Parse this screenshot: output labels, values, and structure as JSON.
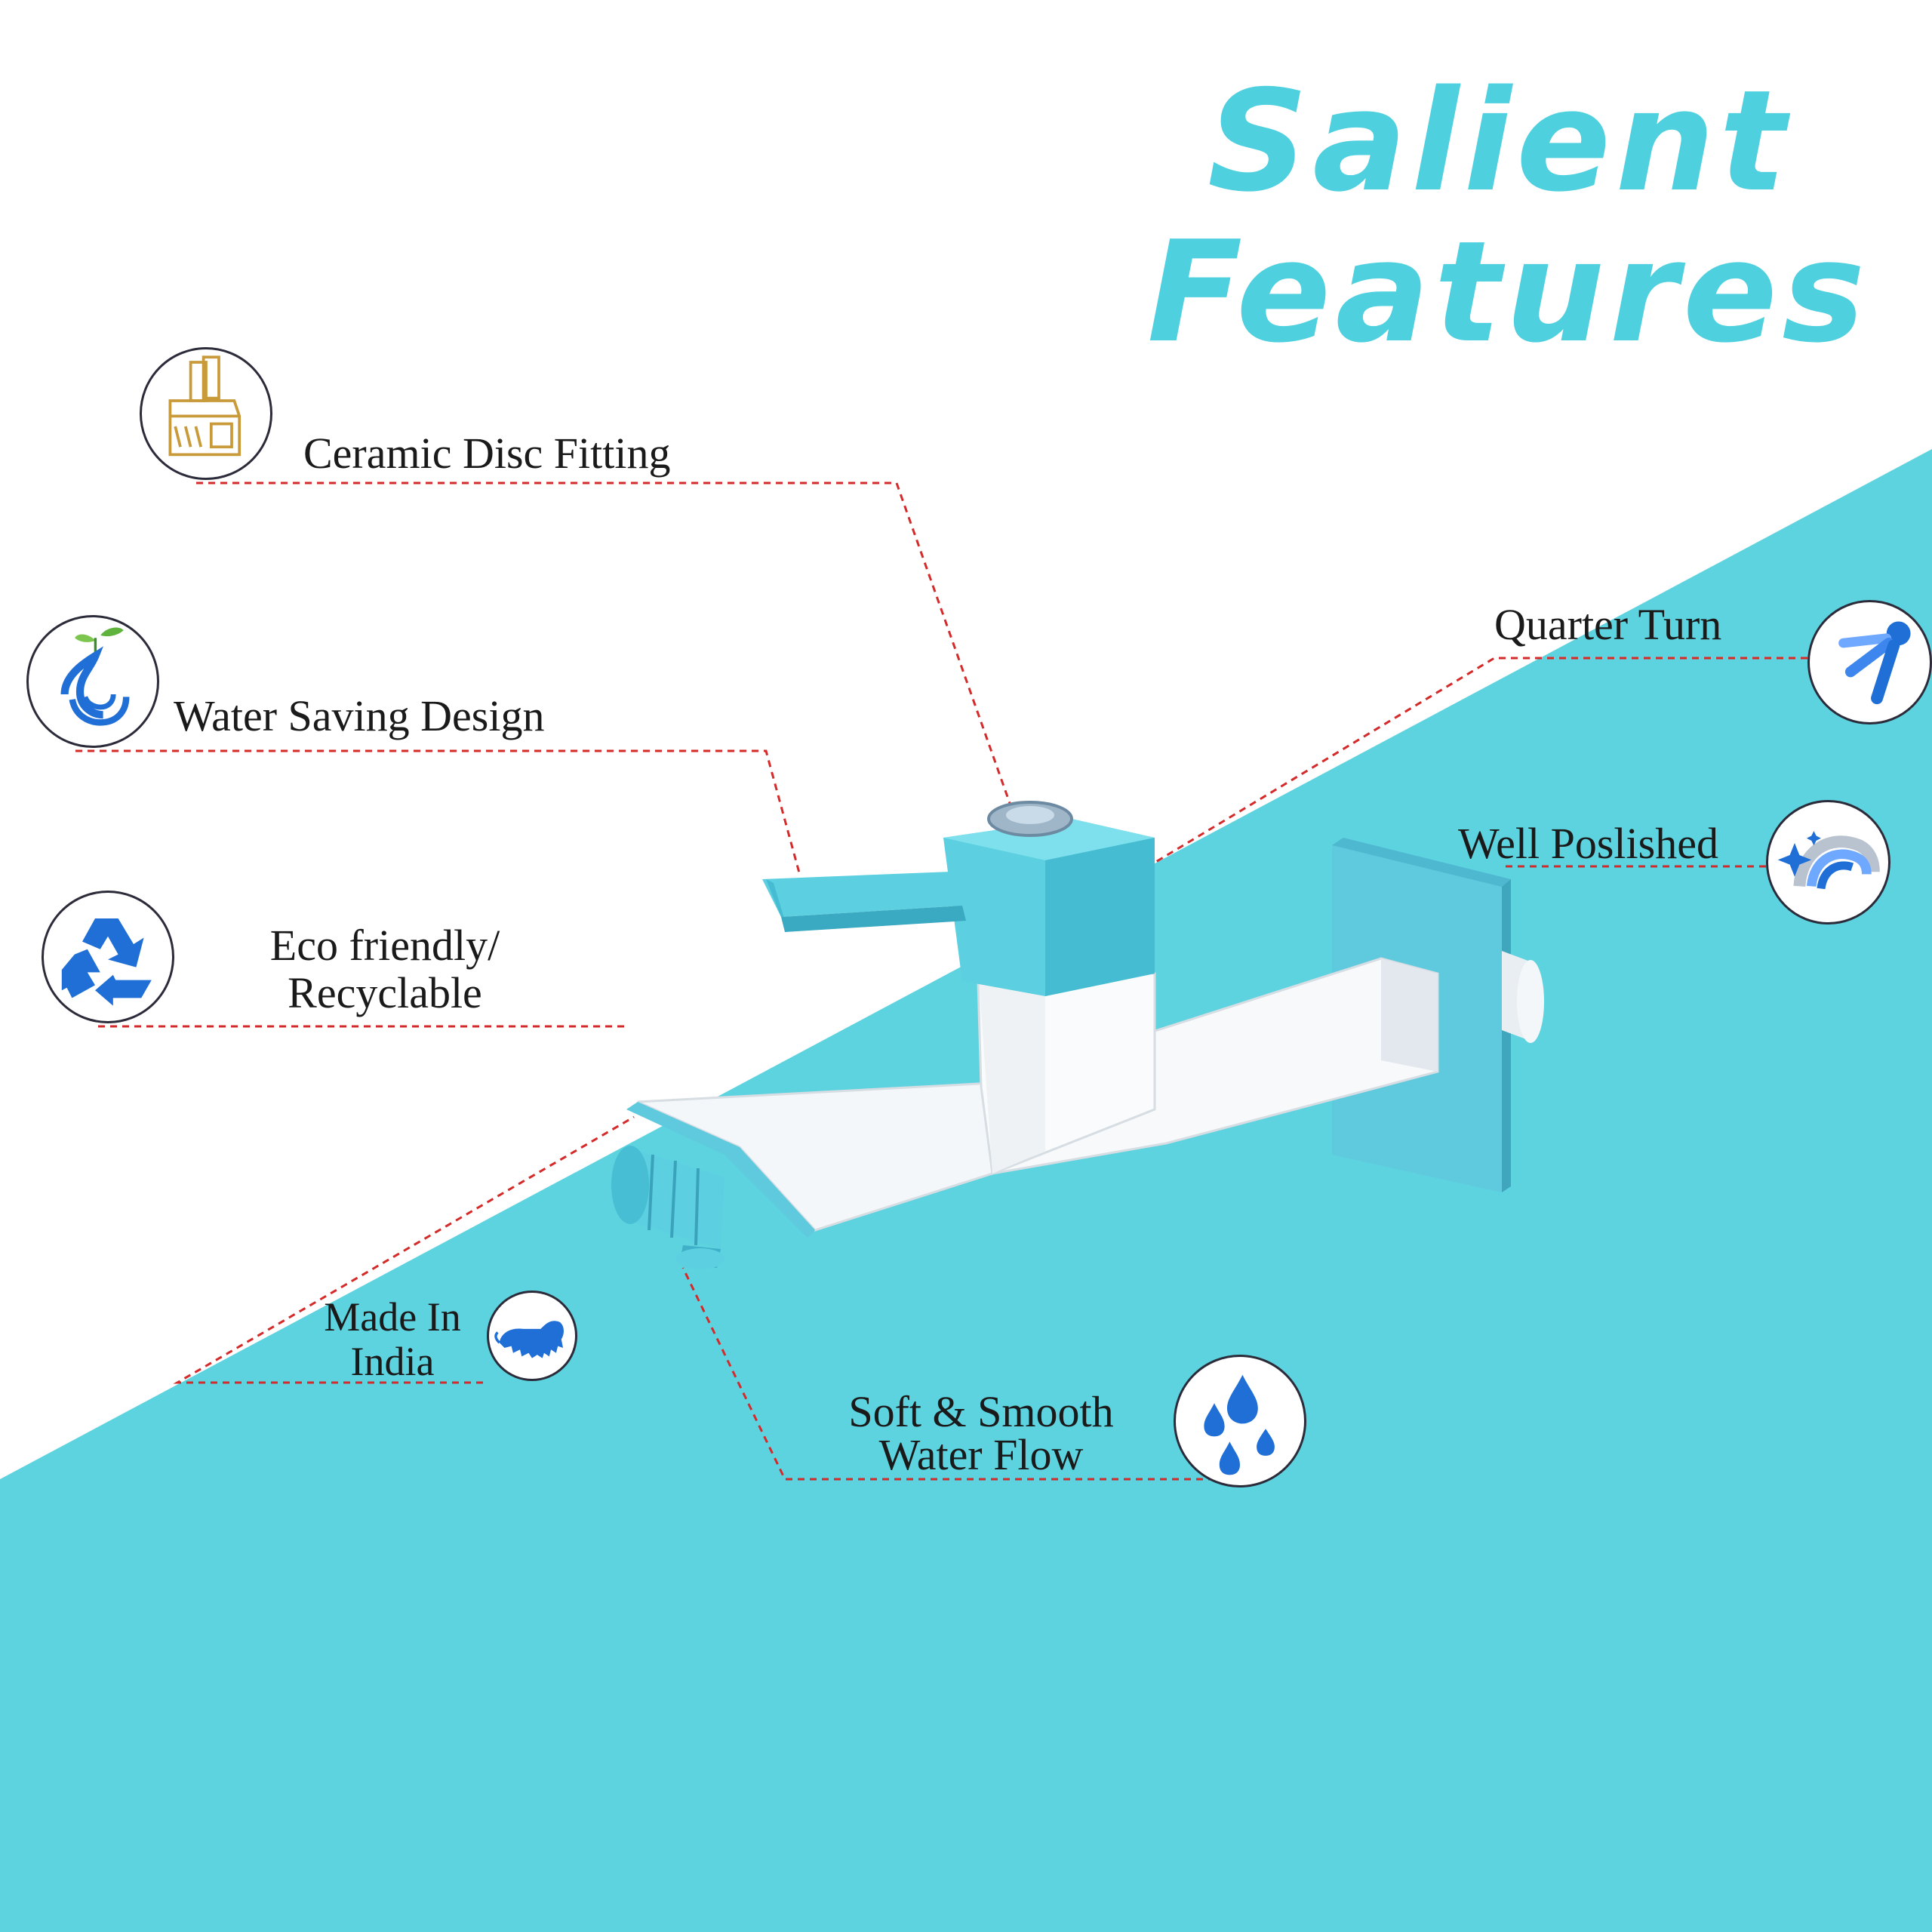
{
  "heading": {
    "line1": "Salient",
    "line2": "Features"
  },
  "features": {
    "ceramic_disc": {
      "label": "Ceramic Disc Fitting",
      "icon": "ceramic-cartridge-icon"
    },
    "water_saving": {
      "label": "Water Saving Design",
      "icon": "water-drop-leaf-icon"
    },
    "eco_friendly": {
      "line1": "Eco friendly/",
      "line2": "Recyclable",
      "icon": "recycle-icon"
    },
    "made_in_india": {
      "line1": "Made In",
      "line2": "India",
      "icon": "lion-icon"
    },
    "soft_flow": {
      "line1": "Soft & Smooth",
      "line2": "Water Flow",
      "icon": "water-drops-icon"
    },
    "quarter_turn": {
      "label": "Quarter Turn",
      "icon": "quarter-turn-icon"
    },
    "well_polished": {
      "label": "Well Poslished",
      "icon": "polish-sparkle-icon"
    }
  },
  "colors": {
    "accent": "#5dd3e0",
    "title": "#4fd0df",
    "icon_blue": "#1f6fd6",
    "icon_gold": "#c89a3a",
    "leader_line": "#d42a2a"
  }
}
